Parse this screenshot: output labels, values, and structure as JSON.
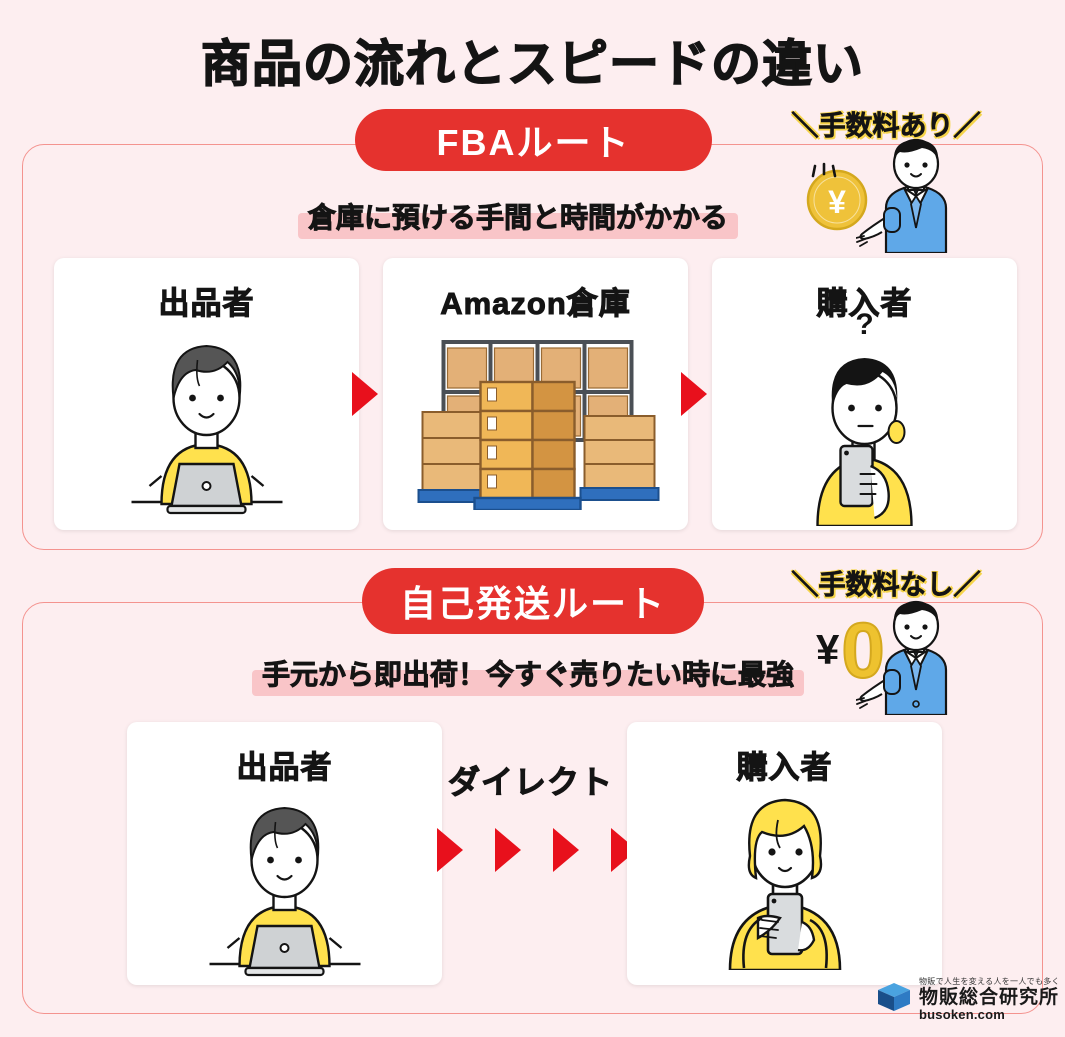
{
  "title": "商品の流れとスピードの違い",
  "colors": {
    "background": "#fdeef0",
    "accent_red": "#e5322e",
    "arrow_red": "#e8101c",
    "highlight_pink": "#f9c5c8",
    "border_pink": "#f4938f",
    "coin_yellow": "#eec22f",
    "shirt_yellow": "#ffe14d",
    "suit_blue": "#5fa8e8"
  },
  "sections": [
    {
      "id": "fba",
      "route_label": "FBAルート",
      "subcaption": "倉庫に預ける手間と時間がかかる",
      "fee_callout": {
        "slash_left": "＼",
        "text": "手数料あり",
        "slash_right": "／",
        "badge_symbol": "¥"
      },
      "cards": [
        {
          "label": "出品者",
          "illustration": "person-at-laptop-icon",
          "note": ""
        },
        {
          "label": "Amazon倉庫",
          "illustration": "warehouse-boxes-icon",
          "note": ""
        },
        {
          "label": "購入者",
          "illustration": "woman-with-phone-thinking-icon",
          "note": "?"
        }
      ],
      "arrows": 2
    },
    {
      "id": "self",
      "route_label": "自己発送ルート",
      "subcaption": "手元から即出荷！今すぐ売りたい時に最強",
      "fee_callout": {
        "slash_left": "＼",
        "text": "手数料なし",
        "slash_right": "／",
        "yen_symbol": "¥",
        "amount": "0"
      },
      "direct_label": "ダイレクト",
      "cards": [
        {
          "label": "出品者",
          "illustration": "person-at-laptop-icon",
          "note": ""
        },
        {
          "label": "購入者",
          "illustration": "blonde-woman-with-phone-icon",
          "note": ""
        }
      ],
      "arrows": 4
    }
  ],
  "footer": {
    "tagline": "物販で人生を変える人を一人でも多く",
    "brand": "物販総合研究所",
    "url": "busoken.com",
    "logo_icon": "blue-bookmark-logo-icon"
  }
}
